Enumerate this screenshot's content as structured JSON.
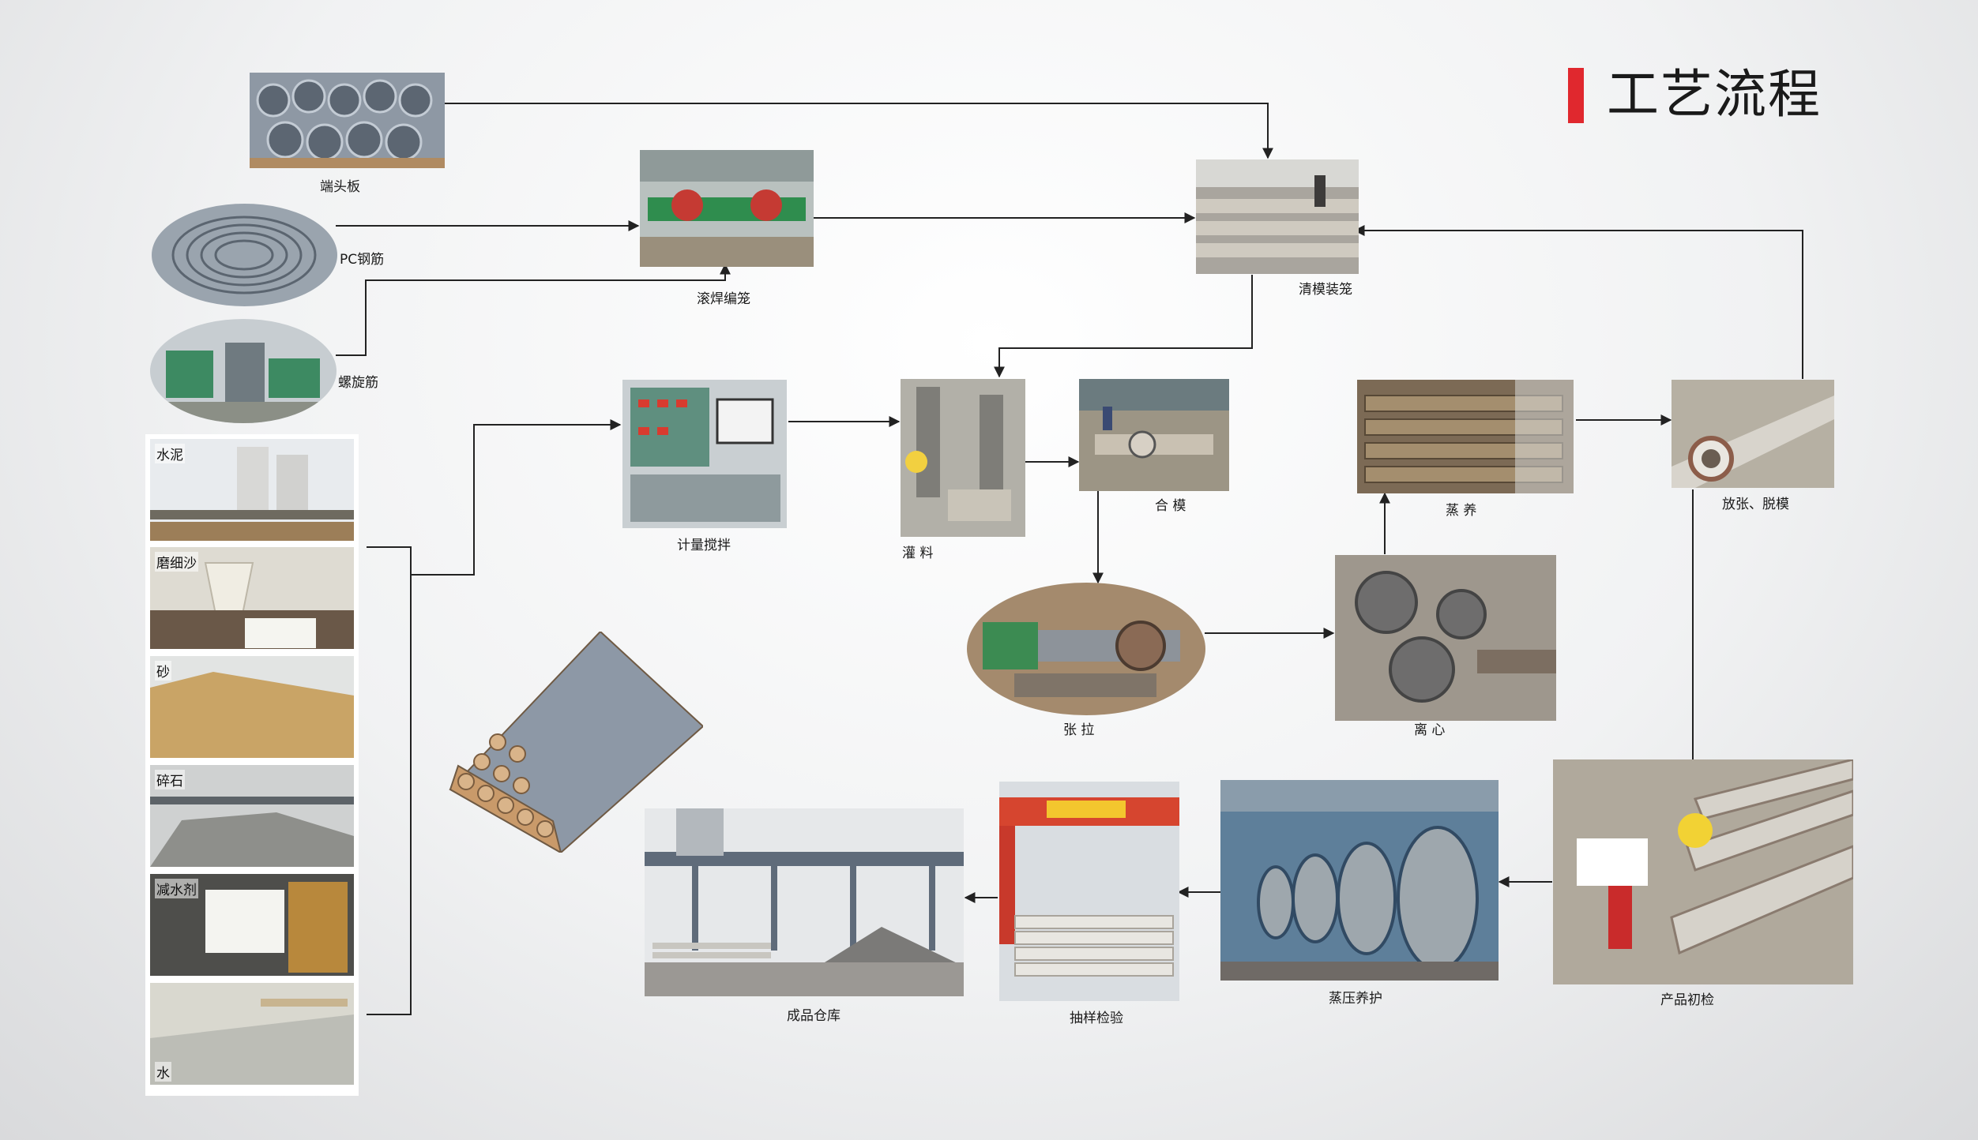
{
  "title": "工艺流程",
  "nodes": {
    "end_plate": "端头板",
    "pc_steel": "PC钢筋",
    "spiral_bar": "螺旋筋",
    "roll_weld": "滚焊编笼",
    "clean_mold": "清模装笼",
    "metering_mixing": "计量搅拌",
    "pouring": "灌  料",
    "closing_mold": "合  模",
    "steam_curing": "蒸  养",
    "release_demold": "放张、脱模",
    "tensioning": "张  拉",
    "centrifuge": "离  心",
    "product_inspection": "产品初检",
    "autoclave": "蒸压养护",
    "sampling": "抽样检验",
    "warehouse": "成品仓库"
  },
  "materials": [
    "水泥",
    "磨细沙",
    "砂",
    "碎石",
    "减水剂",
    "水"
  ],
  "colors": {
    "accent": "#e0282e",
    "line": "#222222"
  }
}
